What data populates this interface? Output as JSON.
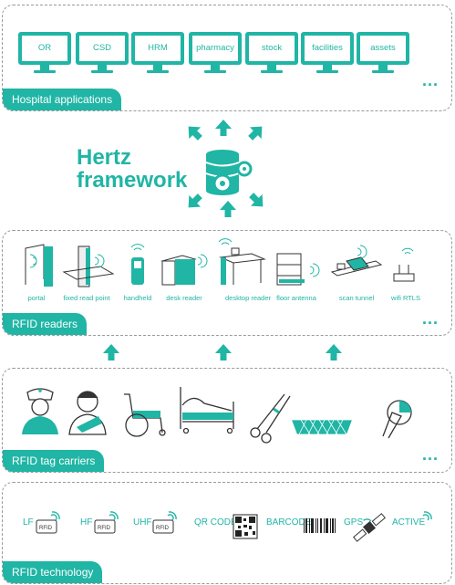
{
  "apps": {
    "items": [
      "OR",
      "CSD",
      "HRM",
      "pharmacy",
      "stock",
      "facilities",
      "assets"
    ],
    "more": "...",
    "label": "Hospital applications"
  },
  "framework": {
    "line1": "Hertz",
    "line2": "framework"
  },
  "readers": {
    "items": [
      "portal",
      "fixed read point",
      "handheld",
      "desk reader",
      "desktop reader",
      "floor antenna",
      "scan tunnel",
      "wifi RTLS"
    ],
    "more": "...",
    "label": "RFID readers"
  },
  "carriers": {
    "more": "...",
    "label": "RFID tag carriers"
  },
  "technology": {
    "items": [
      "LF",
      "HF",
      "UHF",
      "QR CODE",
      "BARCODE",
      "GPS",
      "ACTIVE"
    ],
    "badge": "RFID",
    "label": "RFID technology"
  },
  "colors": {
    "accent": "#20b5a5",
    "border": "#9a9a9a",
    "stroke": "#333333"
  }
}
